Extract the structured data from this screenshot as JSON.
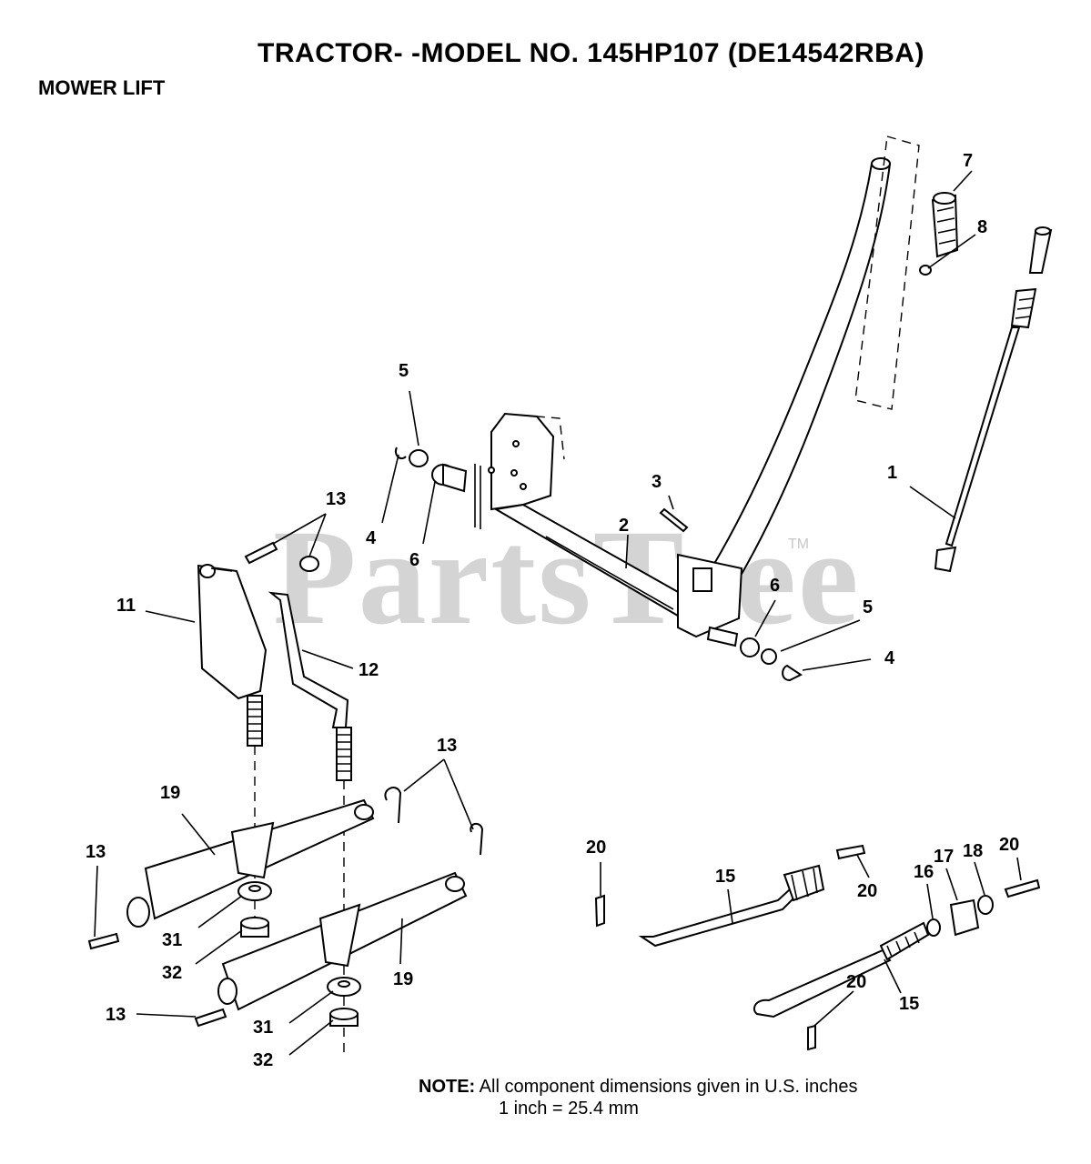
{
  "header": {
    "title": "TRACTOR- -MODEL NO. 145HP107 (DE14542RBA)",
    "section": "MOWER LIFT"
  },
  "watermark": {
    "brand": "PartsTree",
    "trademark": "TM"
  },
  "note": {
    "label": "NOTE:",
    "line1": "All component dimensions given in U.S. inches",
    "line2": "1 inch = 25.4 mm"
  },
  "callouts": {
    "c1": "1",
    "c2": "2",
    "c3": "3",
    "c4a": "4",
    "c4b": "4",
    "c5a": "5",
    "c5b": "5",
    "c6a": "6",
    "c6b": "6",
    "c7": "7",
    "c8": "8",
    "c11": "11",
    "c12": "12",
    "c13a": "13",
    "c13b": "13",
    "c13c": "13",
    "c13d": "13",
    "c15a": "15",
    "c15b": "15",
    "c16": "16",
    "c17": "17",
    "c18": "18",
    "c19a": "19",
    "c19b": "19",
    "c20a": "20",
    "c20b": "20",
    "c20c": "20",
    "c20d": "20",
    "c31a": "31",
    "c31b": "31",
    "c32a": "32",
    "c32b": "32"
  }
}
